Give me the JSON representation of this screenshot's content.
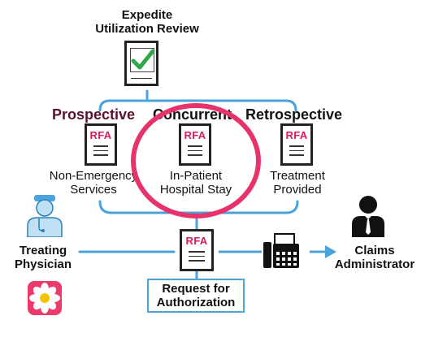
{
  "top": {
    "title_line1": "Expedite",
    "title_line2": "Utilization Review"
  },
  "columns": {
    "prospective": {
      "heading": "Prospective",
      "line1": "Non-Emergency",
      "line2": "Services",
      "heading_color": "#5a1030"
    },
    "concurrent": {
      "heading": "Concurrent",
      "line1": "In-Patient",
      "line2": "Hospital Stay"
    },
    "retrospective": {
      "heading": "Retrospective",
      "line1": "Treatment",
      "line2": "Provided"
    }
  },
  "doc_label": "RFA",
  "physician": {
    "line1": "Treating",
    "line2": "Physician"
  },
  "request": {
    "line1": "Request for",
    "line2": "Authorization"
  },
  "claims": {
    "line1": "Claims",
    "line2": "Administrator"
  },
  "colors": {
    "connector": "#4aa3dc",
    "highlight_circle": "#e8336a",
    "rfa_text": "#e0195a",
    "check": "#2ea84a"
  },
  "icons": [
    "check-icon",
    "physician-icon",
    "flower-icon",
    "fax-icon",
    "arrow-right-icon",
    "administrator-icon"
  ]
}
